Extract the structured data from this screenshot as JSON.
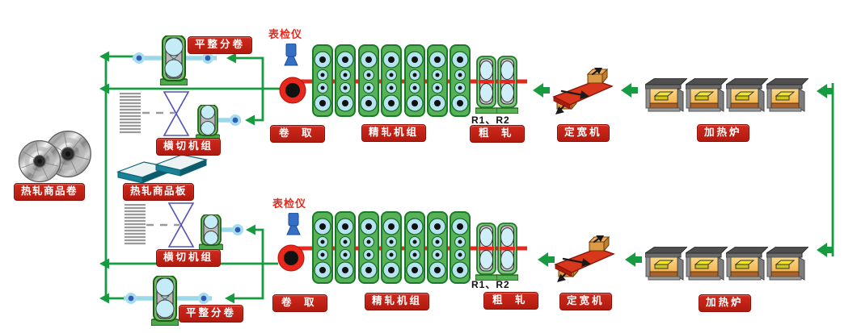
{
  "labels": {
    "surface_gauge": "表检仪",
    "coiler": "卷 取",
    "finishing_mill": "精轧机组",
    "r1_r2": "R1、R2",
    "roughing_mill": "粗 轧",
    "width_sizer": "定宽机",
    "heating_furnace": "加热炉",
    "temper_dividing": "平整分卷",
    "cross_cutting": "横切机组",
    "hot_rolled_plate": "热轧商品板",
    "hot_rolled_coil": "热轧商品卷"
  },
  "colors": {
    "badge_red": "#d2291d",
    "badge_red_dark": "#b01a0f",
    "flow_green": "#179b40",
    "strip_red": "#e8281c",
    "strip_cyan": "#9bd9ea",
    "stand_green": "#6fc06f",
    "roller_cyan": "#c4ecf6",
    "inspector_blue": "#3570c4",
    "furnace_orange": "#f2a93b",
    "slab_yellow": "#ece225",
    "plate_teal": "#1a8296",
    "label_white": "#ffffff"
  }
}
